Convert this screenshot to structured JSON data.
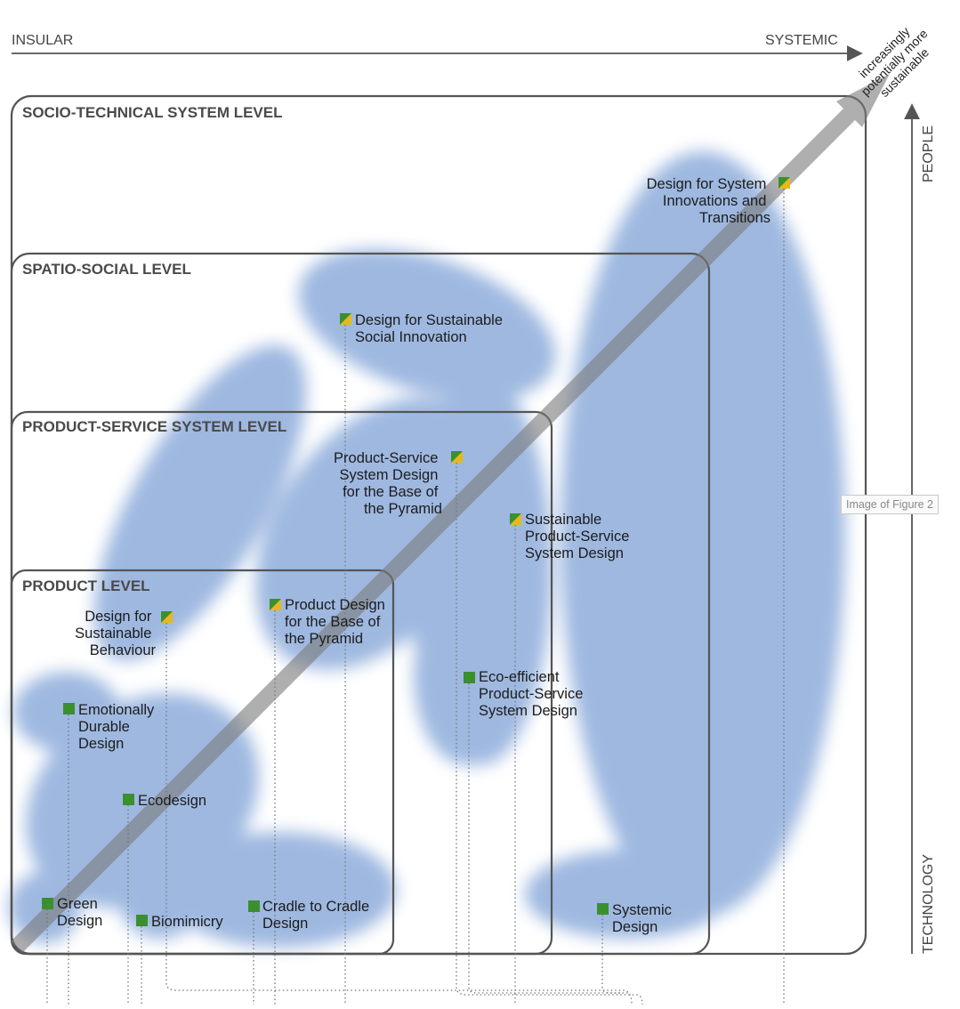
{
  "axes": {
    "insular": "INSULAR",
    "systemic": "SYSTEMIC",
    "people": "PEOPLE",
    "technology": "TECHNOLOGY",
    "arrow_text": [
      "increasingly",
      "potentially more",
      "sustainable"
    ]
  },
  "levels": [
    "SOCIO-TECHNICAL SYSTEM LEVEL",
    "SPATIO-SOCIAL LEVEL",
    "PRODUCT-SERVICE SYSTEM LEVEL",
    "PRODUCT LEVEL"
  ],
  "approaches": [
    {
      "lines": [
        "Design for System",
        "Innovations and",
        "Transitions"
      ],
      "marker": "mixed"
    },
    {
      "lines": [
        "Design for Sustainable",
        "Social Innovation"
      ],
      "marker": "mixed"
    },
    {
      "lines": [
        "Product-Service",
        "System Design",
        "for the Base of",
        "the Pyramid"
      ],
      "marker": "mixed"
    },
    {
      "lines": [
        "Sustainable",
        "Product-Service",
        "System Design"
      ],
      "marker": "mixed"
    },
    {
      "lines": [
        "Design for",
        "Sustainable",
        "Behaviour"
      ],
      "marker": "mixed"
    },
    {
      "lines": [
        "Product Design",
        "for the Base of",
        "the Pyramid"
      ],
      "marker": "mixed"
    },
    {
      "lines": [
        "Eco-efficient",
        "Product-Service",
        "System Design"
      ],
      "marker": "green"
    },
    {
      "lines": [
        "Emotionally",
        "Durable",
        "Design"
      ],
      "marker": "green"
    },
    {
      "lines": [
        "Ecodesign"
      ],
      "marker": "green"
    },
    {
      "lines": [
        "Green",
        "Design"
      ],
      "marker": "green"
    },
    {
      "lines": [
        "Biomimicry"
      ],
      "marker": "green"
    },
    {
      "lines": [
        "Cradle to Cradle",
        "Design"
      ],
      "marker": "green"
    },
    {
      "lines": [
        "Systemic",
        "Design"
      ],
      "marker": "green"
    }
  ],
  "tooltip": "Image of Figure 2",
  "colors": {
    "blob": "#4f7fc7",
    "marker_green": "#3c8f2f",
    "marker_yellow": "#e6b81e",
    "frame": "#555555"
  }
}
